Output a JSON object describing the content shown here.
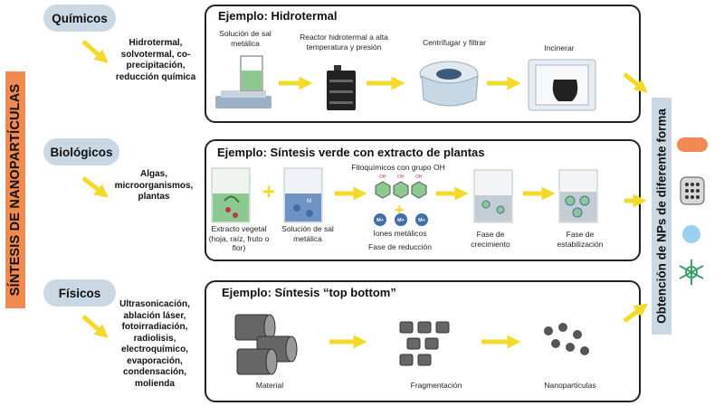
{
  "side_title": "SÍNTESIS DE NANOPARTÍCULAS",
  "right_title": "Obtención de NPs de diferente forma",
  "colors": {
    "accent_orange": "#f08a50",
    "pill_blue": "#cad8e4",
    "arrow_yellow": "#f2d92a",
    "flask_green": "#8cc890",
    "np_blue": "#3f6fa8"
  },
  "chemical": {
    "label": "Químicos",
    "methods": [
      "Hidrotermal,",
      "solvotermal, co-",
      "precipitación,",
      "reducción química"
    ],
    "example_title": "Ejemplo: Hidrotermal",
    "steps": [
      {
        "lines": [
          "Solución de sal",
          "metálica"
        ]
      },
      {
        "lines": [
          "Reactor hidrotermal a alta",
          "temperatura y presión"
        ]
      },
      {
        "lines": [
          "Centrifugar y filtrar"
        ]
      },
      {
        "lines": [
          "Incinerar"
        ]
      }
    ]
  },
  "biological": {
    "label": "Biológicos",
    "methods": [
      "Algas,",
      "microorganismos,",
      "plantas"
    ],
    "example_title": "Ejemplo: Síntesis verde con extracto de plantas",
    "phyto_label": "Fitoquímicos con grupo OH",
    "oh": "OH",
    "mplus": "M+",
    "ions_label": "Iones metálicos",
    "m_label": "M",
    "steps": [
      {
        "lines": [
          "Extracto vegetal",
          "(hoja, raíz, fruto o",
          "flor)"
        ]
      },
      {
        "lines": [
          "Solución de sal",
          "metálica"
        ]
      },
      {
        "lines": [
          "Fase de reducción"
        ]
      },
      {
        "lines": [
          "Fase de",
          "crecimiento"
        ]
      },
      {
        "lines": [
          "Fase de",
          "estabilización"
        ]
      }
    ]
  },
  "physical": {
    "label": "Físicos",
    "methods": [
      "Ultrasonicación,",
      "ablación láser,",
      "fotoirradiación,",
      "radiolisis,",
      "electroquímico,",
      "evaporación,",
      "condensación,",
      "molienda"
    ],
    "example_title": "Ejemplo: Síntesis “top bottom”",
    "steps": [
      {
        "lines": [
          "Material"
        ]
      },
      {
        "lines": [
          "Fragmentación"
        ]
      },
      {
        "lines": [
          "Nanopartículas"
        ]
      }
    ]
  }
}
